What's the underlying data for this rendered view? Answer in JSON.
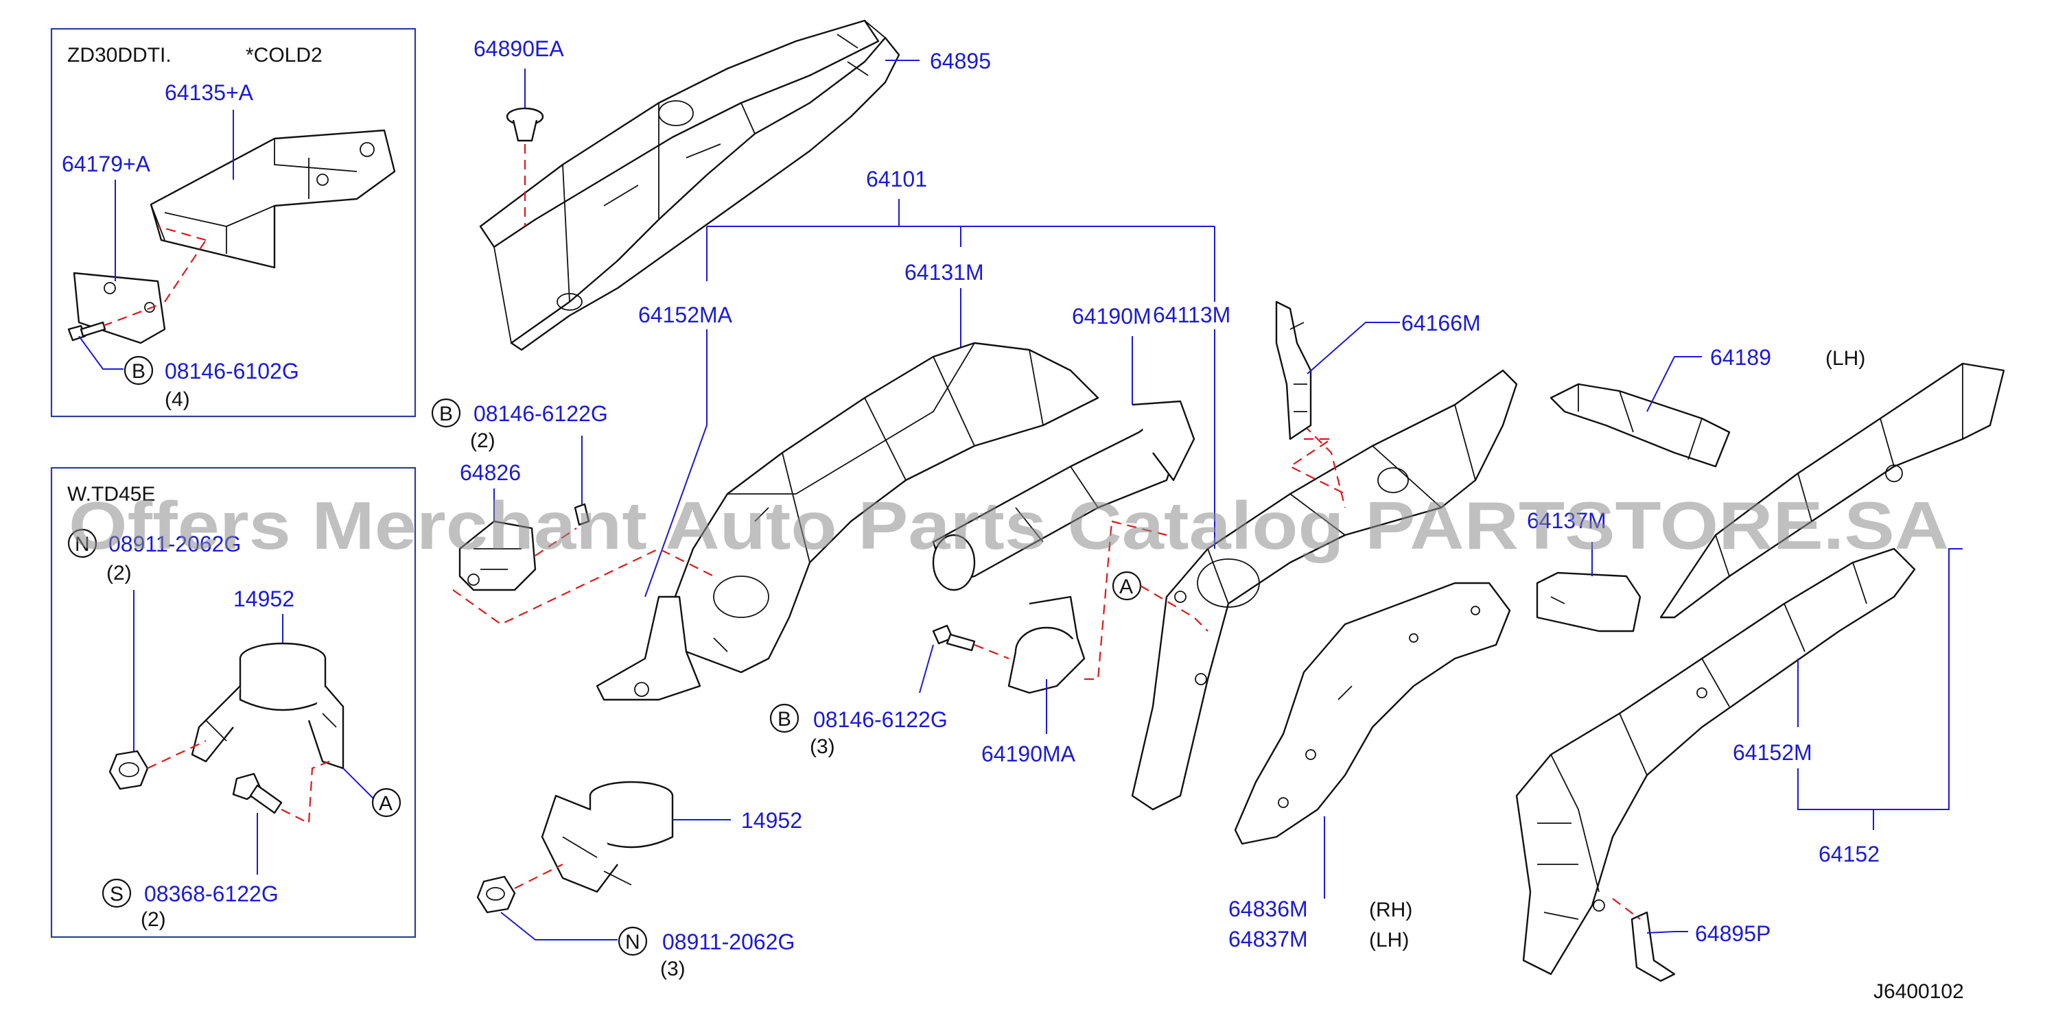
{
  "diagram_id": "J6400102",
  "watermark": "Offers Merchant Auto Parts Catalog PARTSTORE.SA",
  "inset1": {
    "engine": "ZD30DDTI.",
    "variant": "*COLD2"
  },
  "inset2": {
    "engine": "W.TD45E"
  },
  "callouts": {
    "B": "B",
    "N": "N",
    "S": "S",
    "A": "A"
  },
  "parts": {
    "p64135A": "64135+A",
    "p64179A": "64179+A",
    "p08146_6102G": "08146-6102G",
    "qty4": "(4)",
    "p08911_2062G_a": "08911-2062G",
    "qty2_a": "(2)",
    "p14952_a": "14952",
    "p08368_6122G": "08368-6122G",
    "qty2_b": "(2)",
    "p64890EA": "64890EA",
    "p64895": "64895",
    "p64101": "64101",
    "p64131M": "64131M",
    "p64152MA": "64152MA",
    "p64113M": "64113M",
    "p64190M": "64190M",
    "p08146_6122G_a": "08146-6122G",
    "qty2_c": "(2)",
    "p64826": "64826",
    "p08146_6122G_b": "08146-6122G",
    "qty3_a": "(3)",
    "p64190MA": "64190MA",
    "p14952_b": "14952",
    "p08911_2062G_b": "08911-2062G",
    "qty3_b": "(3)",
    "p64166M": "64166M",
    "p64189": "64189",
    "lh_a": "(LH)",
    "p64137M": "64137M",
    "p64836M": "64836M",
    "rh": "(RH)",
    "p64837M": "64837M",
    "lh_b": "(LH)",
    "p64152M": "64152M",
    "p64152": "64152",
    "p64895P": "64895P"
  }
}
